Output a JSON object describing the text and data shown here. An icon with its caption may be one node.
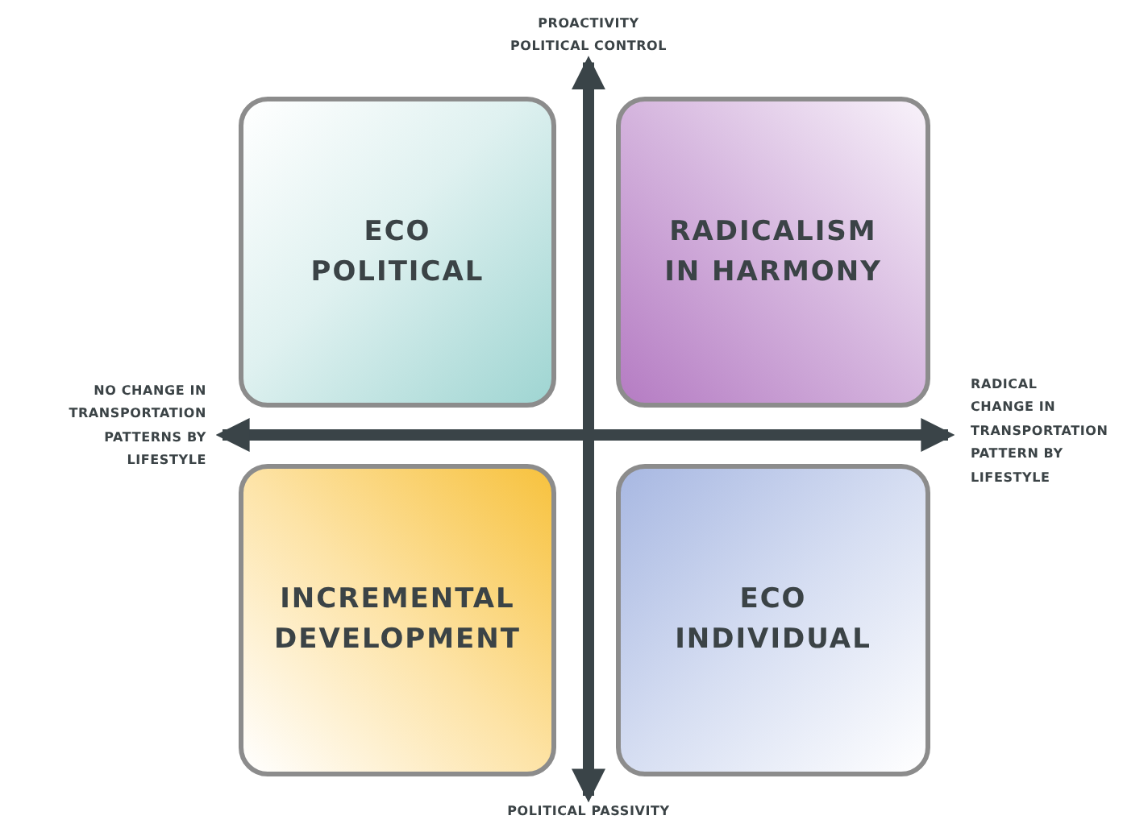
{
  "diagram": {
    "nodes": [
      {
        "text": [
          "ECO POLITICAL"
        ]
      },
      {
        "text": [
          "RADICALISM IN HARMONY"
        ]
      },
      {
        "text": [
          "INCREMENTAL DEVELOPMENT"
        ]
      },
      {
        "text": [
          "ECO INDIVIDUAL"
        ]
      },
      {
        "text": [
          "PROACTIVITY POLITICAL CONTROL"
        ]
      },
      {
        "text": [
          "NO CHANGE IN TRANSPORTATION PATTERNS BY LIFESTYLE"
        ]
      },
      {
        "text": [
          "RADICAL CHANGE IN TRANSPORTATION PATTERN BY LIFESTYLE"
        ]
      },
      {
        "text": [
          "POLITICAL PASSIVITY"
        ]
      }
    ],
    "edges": [
      {
        "from": 7,
        "to": 4,
        "arrow": "both"
      },
      {
        "from": 5,
        "to": 6,
        "arrow": "both"
      }
    ]
  }
}
